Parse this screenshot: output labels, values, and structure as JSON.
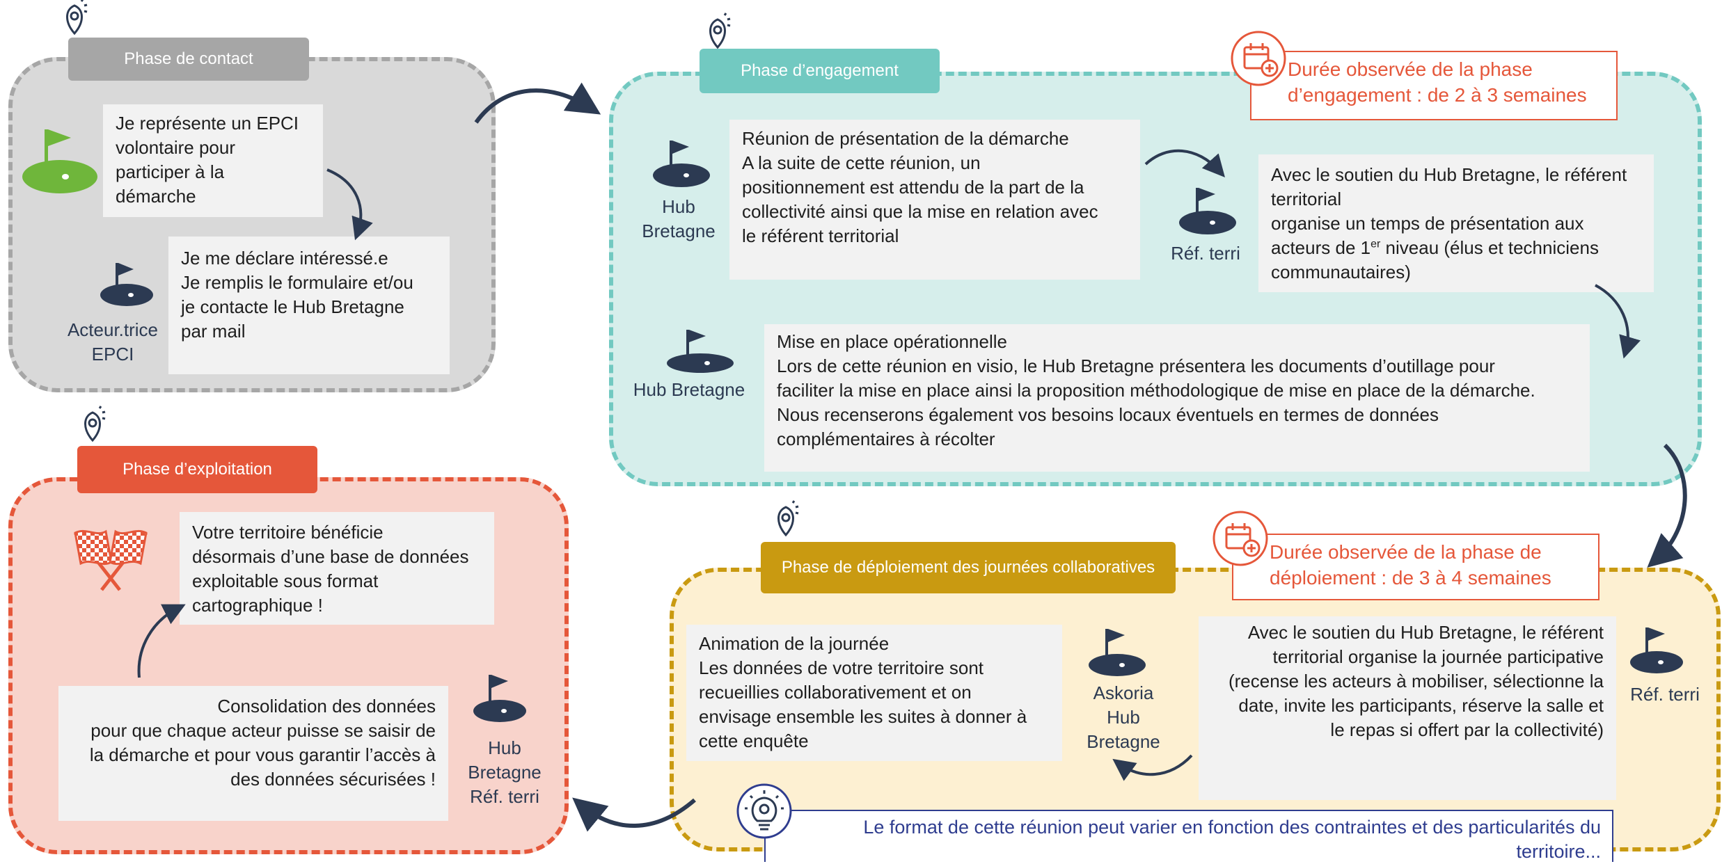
{
  "colors": {
    "contact_fill": "#d9d9d9",
    "contact_border": "#a6a6a6",
    "contact_tab": "#a6a6a6",
    "engage_fill": "#d6eeeb",
    "engage_border": "#72c9c1",
    "engage_tab": "#72c9c1",
    "exploit_fill": "#f8d3cb",
    "exploit_border": "#e5573a",
    "exploit_tab": "#e5573a",
    "deploy_fill": "#fdf0d2",
    "deploy_border": "#c99a11",
    "deploy_tab": "#c99a11",
    "actor_icon": "#2c3a52",
    "duration": "#e5573a",
    "note": "#2f3d8f",
    "arrow": "#2c3a52"
  },
  "contact": {
    "title": "Phase de contact",
    "icon": "golf-flag-icon",
    "box1": [
      "Je représente un EPCI",
      "volontaire pour",
      "participer à la",
      "démarche"
    ],
    "box2": [
      "Je me déclare intéressé.e",
      "Je remplis le formulaire et/ou",
      "je contacte le Hub Bretagne",
      "par mail"
    ],
    "actor": [
      "Acteur.trice",
      "EPCI"
    ]
  },
  "engagement": {
    "title": "Phase d’engagement",
    "duration": [
      "Durée observée de la phase",
      "d’engagement : de 2 à 3 semaines"
    ],
    "actor1": [
      "Hub",
      "Bretagne"
    ],
    "box1": [
      "Réunion de présentation de la démarche",
      "A la suite de cette réunion, un",
      "positionnement est attendu de la part de la",
      "collectivité ainsi que la mise en relation avec",
      "le référent territorial"
    ],
    "actor2": [
      "Réf. terri"
    ],
    "box2": {
      "line1": "Avec le soutien du Hub Bretagne, le référent",
      "line2": "territorial",
      "line3": "organise un temps de présentation aux",
      "line4_before": "acteurs de 1",
      "line4_sup": "er",
      "line4_after": " niveau (élus et techniciens",
      "line5": "communautaires)"
    },
    "actor3": [
      "Hub Bretagne"
    ],
    "box3": [
      "Mise en place opérationnelle",
      "Lors de cette réunion en visio, le Hub Bretagne présentera les documents d’outillage pour",
      "faciliter la mise en place ainsi la proposition méthodologique de mise en place de la démarche.",
      "Nous recenserons également vos besoins locaux éventuels en termes de données",
      "complémentaires à récolter"
    ]
  },
  "exploitation": {
    "title": "Phase d’exploitation",
    "icon": "checkered-flags-icon",
    "box1": [
      "Votre territoire bénéficie",
      "désormais d’une base de données",
      "exploitable sous format",
      "cartographique !"
    ],
    "box2": [
      "Consolidation des données",
      "pour que chaque acteur puisse se saisir de",
      "la démarche et pour vous garantir l’accès à",
      "des données sécurisées !"
    ],
    "actor": [
      "Hub",
      "Bretagne",
      "Réf. terri"
    ]
  },
  "deployment": {
    "title": "Phase de déploiement des journées collaboratives",
    "duration": [
      "Durée observée de la phase de",
      "déploiement : de 3 à 4 semaines"
    ],
    "box1": [
      "Animation de la journée",
      "Les données de votre territoire sont",
      "recueillies collaborativement et on",
      "envisage ensemble les suites à donner à",
      "cette enquête"
    ],
    "actor1": [
      "Askoria",
      "Hub",
      "Bretagne"
    ],
    "box2": [
      "Avec le soutien du Hub Bretagne, le référent",
      "territorial organise la journée participative",
      "(recense les acteurs à mobiliser, sélectionne la",
      "date, invite les participants, réserve la salle et",
      "le repas si offert par la collectivité)"
    ],
    "actor2": [
      "Réf. terri"
    ],
    "note": [
      "Le format de cette réunion peut varier en fonction des contraintes et des particularités du",
      "territoire..."
    ],
    "note_icon": "lightbulb-icon"
  }
}
